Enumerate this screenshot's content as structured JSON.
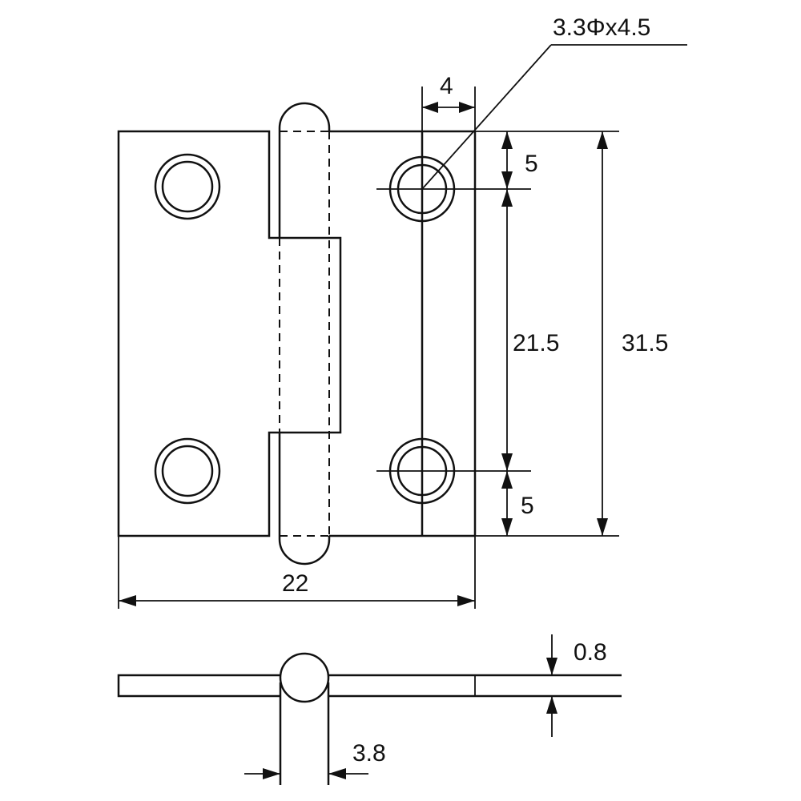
{
  "labels": {
    "hole_spec": "3.3Φx4.5",
    "hole_offset": "4",
    "top_margin": "5",
    "hole_spacing": "21.5",
    "total_height": "31.5",
    "bottom_margin": "5",
    "total_width": "22",
    "thickness": "0.8",
    "pin_diameter": "3.8"
  },
  "colors": {
    "line": "#111111",
    "background": "#ffffff"
  }
}
